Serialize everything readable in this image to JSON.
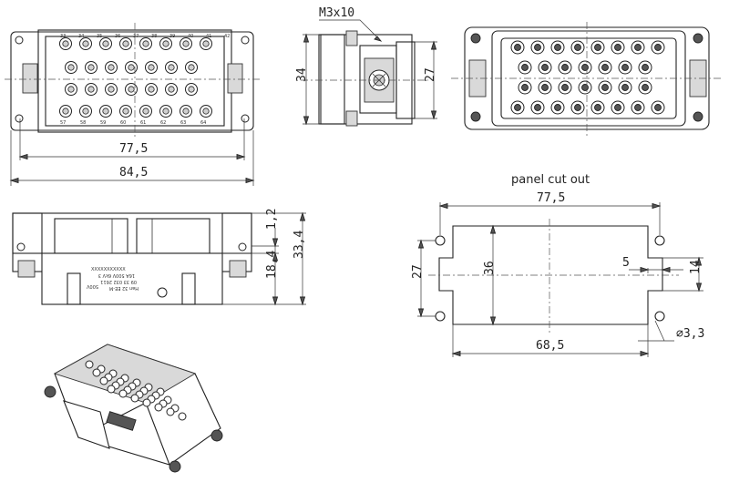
{
  "top_view": {
    "pin_numbers_top": [
      "33",
      "34",
      "35",
      "36",
      "37",
      "38",
      "39",
      "40",
      "41",
      "42"
    ],
    "pin_numbers_bottom": [
      "57",
      "58",
      "59",
      "60",
      "61",
      "62",
      "63",
      "64"
    ],
    "dim_inner_width": "77,5",
    "dim_outer_width": "84,5"
  },
  "side_view": {
    "screw_label": "M3x10",
    "dim_height_outer": "34",
    "dim_height_inner": "27"
  },
  "front_view": {
    "dim_gap": "1,2",
    "dim_lower": "18,4",
    "dim_total": "33,4",
    "label_serial": "XXXXXXXXXXX",
    "label_rating": "16A 500V 6kV 3",
    "label_partno": "09 33 032 2611",
    "label_model": "Han 32 EE-M",
    "label_voltage": "500V"
  },
  "panel_cutout": {
    "title": "panel cut out",
    "dim_width_holes": "77,5",
    "dim_width_window": "68,5",
    "dim_height_window": "36",
    "dim_height_holes": "27",
    "dim_notch_depth": "5",
    "dim_notch_height": "14",
    "dim_hole_diameter": "∅3,3"
  }
}
